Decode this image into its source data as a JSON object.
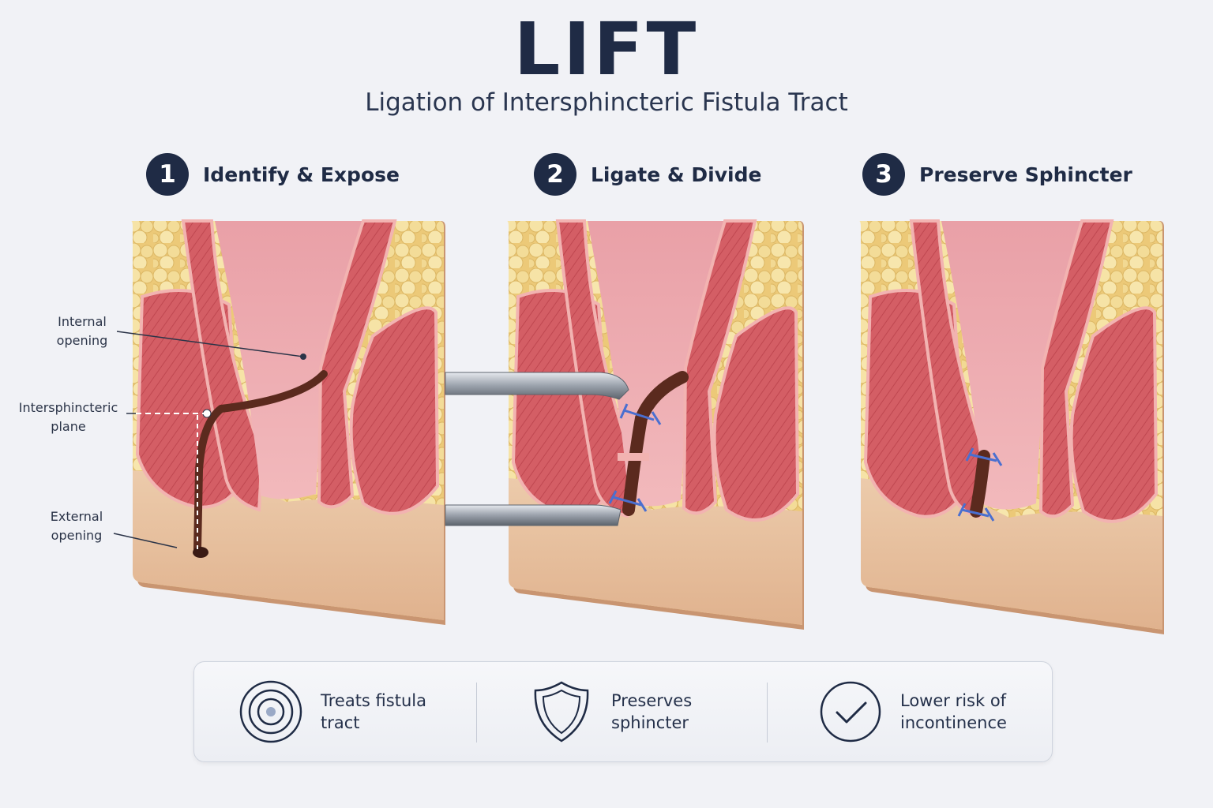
{
  "header": {
    "title": "LIFT",
    "subtitle": "Ligation of Intersphincteric Fistula Tract"
  },
  "steps": [
    {
      "number": "1",
      "title": "Identify & Expose"
    },
    {
      "number": "2",
      "title": "Ligate & Divide"
    },
    {
      "number": "3",
      "title": "Preserve Sphincter"
    }
  ],
  "annotations": {
    "internal_opening": "Internal opening",
    "intersphincteric_plane": "Intersphincteric plane",
    "external_opening": "External opening"
  },
  "benefits": [
    {
      "label": "Treats fistula tract",
      "icon": "target-icon"
    },
    {
      "label": "Preserves sphincter",
      "icon": "shield-icon"
    },
    {
      "label": "Lower risk of incontinence",
      "icon": "check-circle-icon"
    }
  ],
  "colors": {
    "navy": "#1f2b45",
    "fat": "#f3d98e",
    "muscle": "#d8646a",
    "mucosa": "#ec9ea6",
    "skin": "#e8c3a2",
    "tract": "#5b2a1e",
    "suture": "#4a6fd0"
  }
}
